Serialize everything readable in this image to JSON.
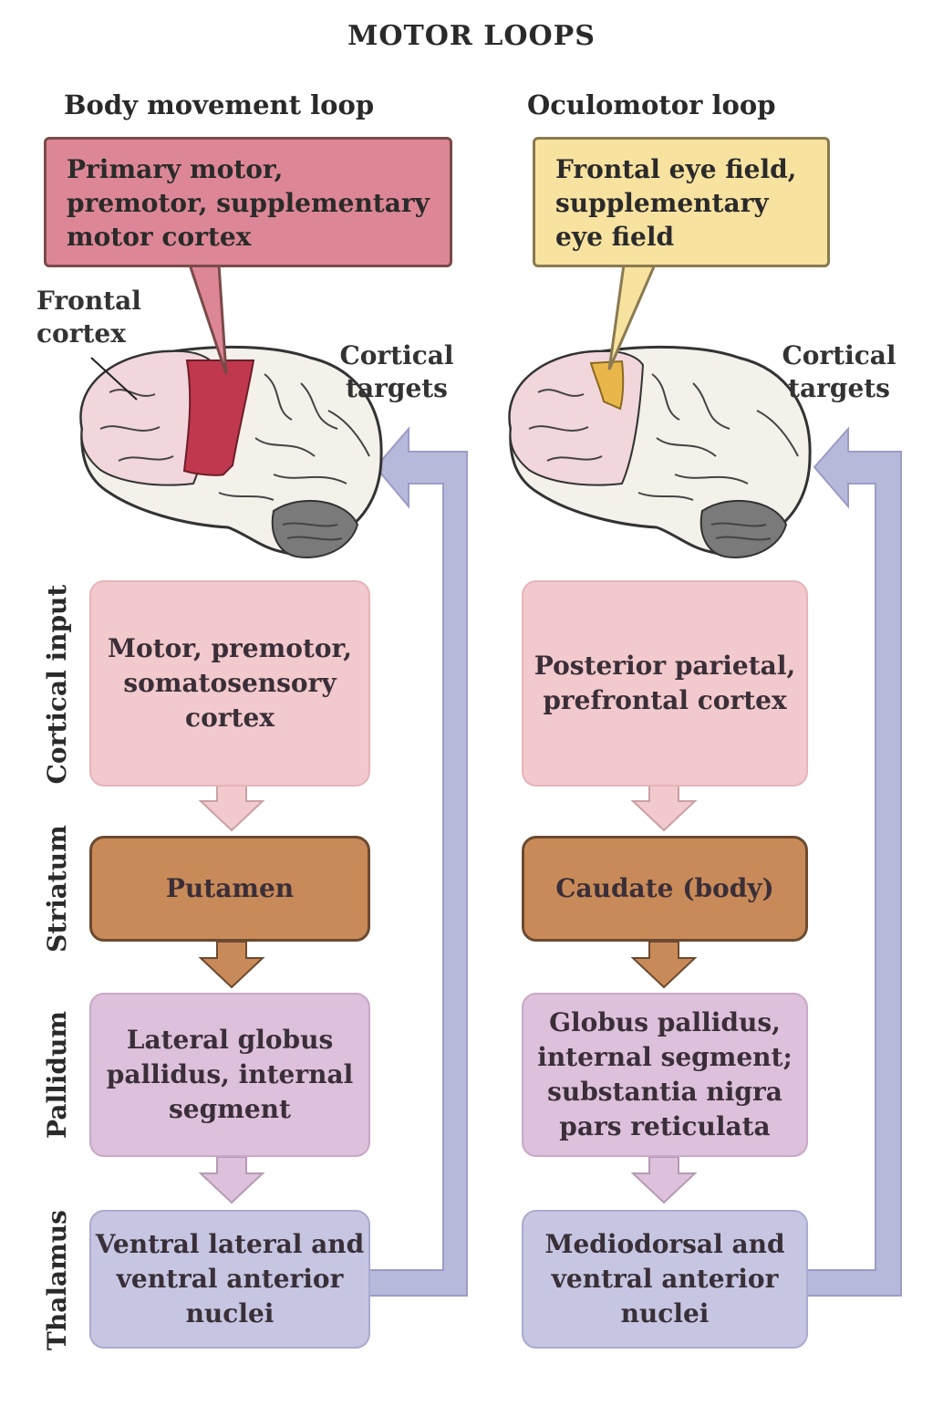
{
  "title": "MOTOR LOOPS",
  "loops": [
    {
      "title": "Body movement loop",
      "callout": "Primary motor, premotor, supplementary motor cortex",
      "frontal_label": "Frontal cortex",
      "targets_label": "Cortical targets",
      "boxes": {
        "input": "Motor, premotor, somatosensory cortex",
        "striatum": "Putamen",
        "pallidum": "Lateral globus pallidus, internal segment",
        "thalamus": "Ventral lateral and ventral anterior nuclei"
      },
      "highlight_color": "#c0384e"
    },
    {
      "title": "Oculomotor loop",
      "callout": "Frontal eye field, supplementary eye field",
      "targets_label": "Cortical targets",
      "boxes": {
        "input": "Posterior parietal, prefrontal cortex",
        "striatum": "Caudate (body)",
        "pallidum": "Globus pallidus, internal segment; substantia nigra pars reticulata",
        "thalamus": "Mediodorsal and ventral anterior nuclei"
      },
      "highlight_color": "#e8b64a"
    }
  ],
  "side_labels": {
    "input": "Cortical input",
    "striatum": "Striatum",
    "pallidum": "Pallidum",
    "thalamus": "Thalamus"
  },
  "colors": {
    "callout_left": "#dd8796",
    "callout_right": "#f8e2a0",
    "input": "#f2c9cc",
    "striatum": "#c98a59",
    "pallidum": "#ddc0dc",
    "thalamus": "#c6c6e2",
    "return_arrow": "#b7b9da"
  }
}
